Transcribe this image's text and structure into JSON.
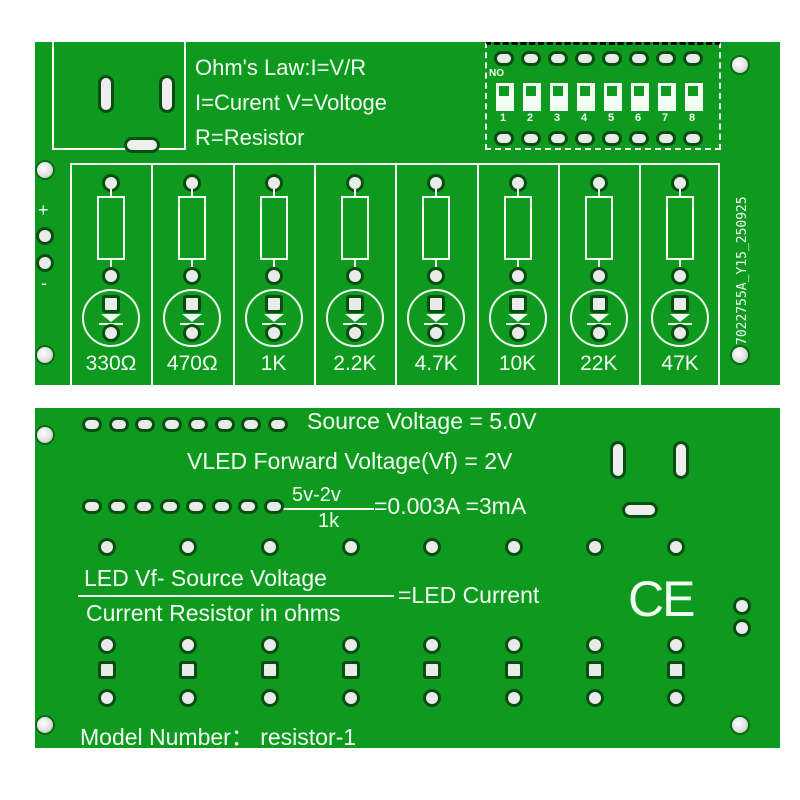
{
  "top_board": {
    "ohms_law": [
      "Ohm's Law:I=V/R",
      "I=Curent  V=Voltoge",
      "R=Resistor"
    ],
    "dip_switch": {
      "label": "NO",
      "numbers": [
        "1",
        "2",
        "3",
        "4",
        "5",
        "6",
        "7",
        "8"
      ]
    },
    "part_code": "7022755A_Y15_250925",
    "power_plus": "+",
    "power_minus": "-",
    "resistor_labels": [
      "330Ω",
      "470Ω",
      "1K",
      "2.2K",
      "4.7K",
      "10K",
      "22K",
      "47K"
    ]
  },
  "bottom_board": {
    "source_voltage": "Source Voltage = 5.0V",
    "forward_voltage": "VLED Forward Voltage(Vf) = 2V",
    "example_numerator": "5v-2v",
    "example_denominator": "1k",
    "example_result": "=0.003A =3mA",
    "formula_numerator": "LED Vf-  Source Voltage",
    "formula_denominator": "Current Resistor in ohms",
    "formula_result": "=LED  Current",
    "ce_mark": "CE",
    "model_number": "Model Number：  resistor-1"
  },
  "colors": {
    "pcb": "#0d9a1f",
    "silkscreen": "#f4fff4"
  }
}
